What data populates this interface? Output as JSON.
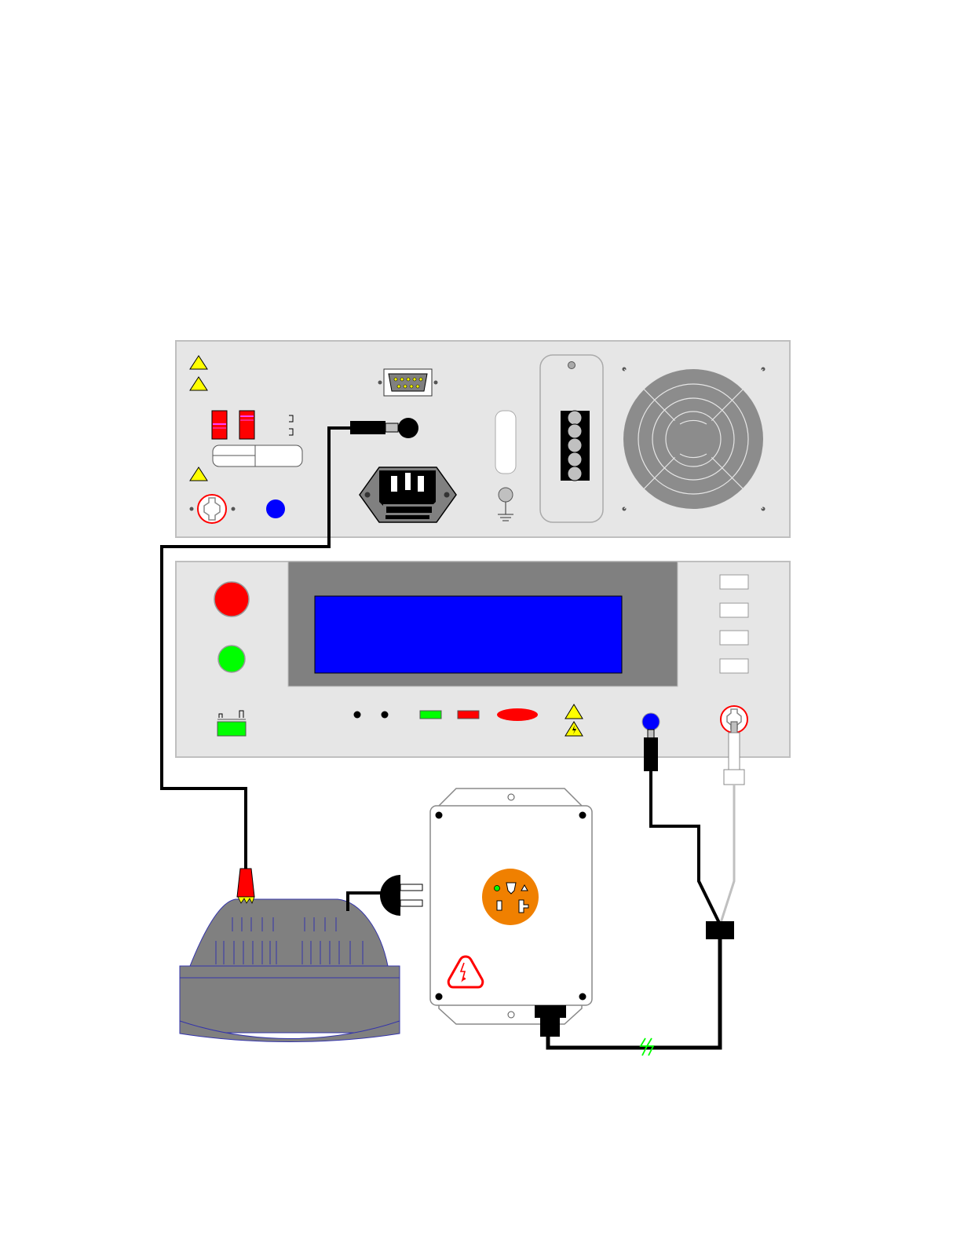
{
  "diagram": {
    "colors": {
      "panel": "#e6e6e6",
      "panel_border": "#bfbfbf",
      "display_bezel": "#808080",
      "lcd": "#0000ff",
      "red": "#ff0000",
      "green": "#00ff00",
      "blue": "#0000ff",
      "yellow": "#ffff00",
      "orange": "#f08000",
      "cable": "#000000",
      "cable_grey": "#c0c0c0",
      "fan": "#8c8c8c",
      "device_body": "#808080",
      "device_line": "#3333aa"
    },
    "rear_panel": {
      "warning_icons": [
        "warning-triangle-icon",
        "warning-triangle-icon",
        "warning-triangle-icon"
      ],
      "fuse_holders": 2,
      "connectors": [
        "db9-serial-port",
        "iec-power-inlet",
        "ground-terminal",
        "terminal-block",
        "cooling-fan",
        "hv-output-jack",
        "return-jack"
      ]
    },
    "front_panel": {
      "buttons": [
        "reset-button",
        "test-button"
      ],
      "soft_keys": 4,
      "indicators": [
        "pass-led",
        "fail-led",
        "hv-on-indicator"
      ],
      "icons": [
        "warning-triangle-icon",
        "high-voltage-warning-icon",
        "power-switch-icon"
      ]
    },
    "fixture": {
      "receptacle": "orange-outlet-icon",
      "label_icon": "high-voltage-warning-icon"
    },
    "cable_break_icon": "cable-break-icon"
  }
}
